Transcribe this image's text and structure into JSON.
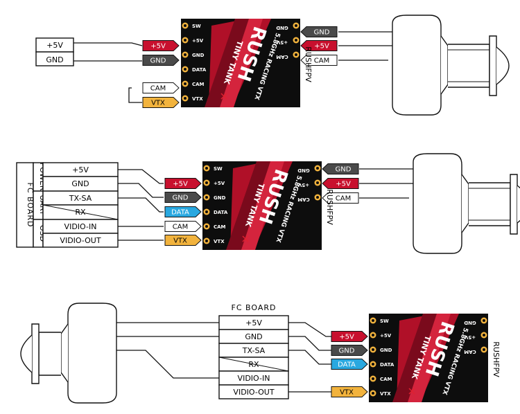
{
  "colors": {
    "red": "#c8102e",
    "gray": "#4a4a4a",
    "yellow": "#f2b33d",
    "blue": "#29a8e0",
    "white": "#ffffff",
    "black": "#111111"
  },
  "vtx": {
    "left_pins": [
      "SW",
      "+5V",
      "GND",
      "DATA",
      "CAM",
      "VTX"
    ],
    "right_pins": [
      "GND",
      "+5V",
      "CAM"
    ],
    "brand_line1": "RUSH",
    "brand_line2": "TINY TANK",
    "subtitle": "5.8GHz RACING VTX",
    "maker": "RUSHFPV"
  },
  "d1": {
    "power": [
      "+5V",
      "GND"
    ],
    "left_tags": [
      "+5V",
      "GND",
      "CAM",
      "VTX"
    ],
    "right_tags": [
      "GND",
      "+5V",
      "CAM"
    ]
  },
  "d2": {
    "fc_label": "FC BOARD",
    "groups": [
      "POWER",
      "UART",
      "OSD"
    ],
    "rows": [
      "+5V",
      "GND",
      "TX-SA",
      "RX",
      "VIDIO-IN",
      "VIDIO-OUT"
    ],
    "left_tags": [
      "+5V",
      "GND",
      "DATA",
      "CAM",
      "VTX"
    ],
    "right_tags": [
      "GND",
      "+5V",
      "CAM"
    ]
  },
  "d3": {
    "fc_label": "FC BOARD",
    "rows": [
      "+5V",
      "GND",
      "TX-SA",
      "RX",
      "VIDIO-IN",
      "VIDIO-OUT"
    ],
    "left_tags": [
      "+5V",
      "GND",
      "DATA",
      "VTX"
    ]
  }
}
